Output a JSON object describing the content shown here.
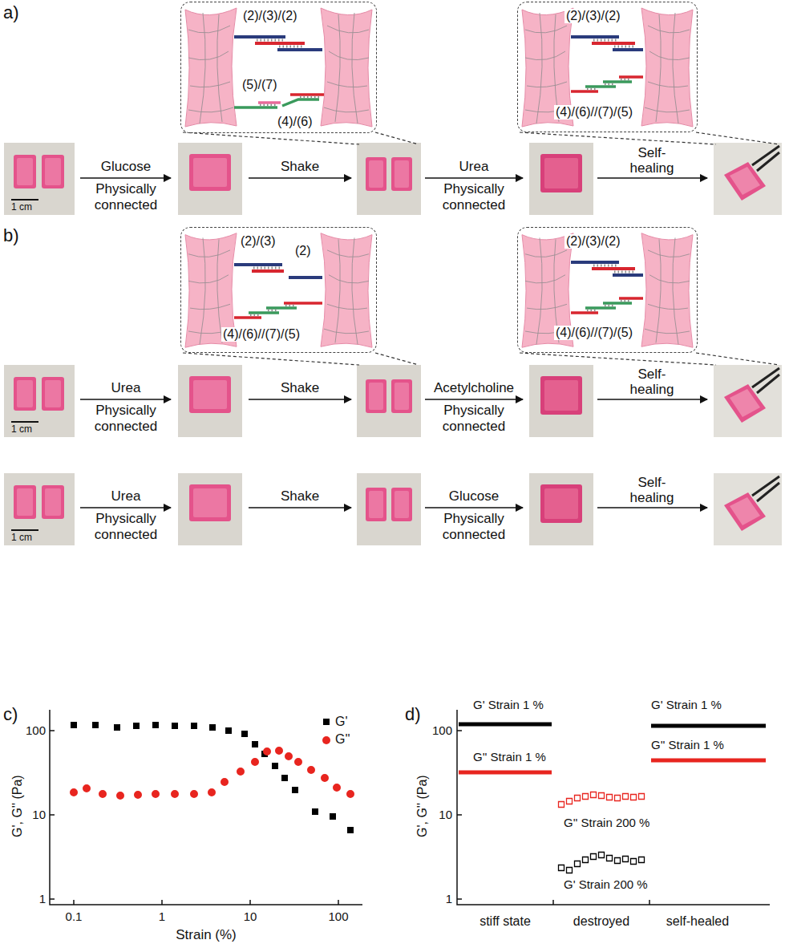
{
  "diagram": {
    "nodes": [
      {
        "text": [
          "(2)/(3)/(2)",
          "(5)/(7)",
          "(4)/(6)"
        ]
      },
      {
        "text": [
          "(2)/(3)/(2)",
          "(4)/(6)//(7)/(5)"
        ]
      },
      {
        "text": [
          "(2)/(3)",
          "(2)",
          "(4)/(6)//(7)/(5)"
        ]
      },
      {
        "text": [
          "(2)/(3)/(2)",
          "(4)/(6)//(7)/(5)"
        ]
      }
    ],
    "labels": [
      "a)",
      "1 cm",
      "Glucose",
      "Physically connected",
      "Shake",
      "Urea",
      "Physically connected",
      "Self-healing",
      "b)",
      "1 cm",
      "Urea",
      "Physically connected",
      "Shake",
      "Acetylcholine",
      "Physically connected",
      "Self-healing",
      "1 cm",
      "Urea",
      "Physically connected",
      "Shake",
      "Glucose",
      "Physically connected",
      "Self-healing",
      "c)",
      "100",
      "10",
      "1",
      "0.1",
      "1",
      "10",
      "100",
      "G', G'' (Pa)",
      "Strain (%)",
      "d)",
      "100",
      "10",
      "1",
      "G', G'' (Pa)",
      "stiff state",
      "destroyed",
      "self-healed",
      "G' Strain 1 %",
      "G'' Strain 1 %",
      "G'' Strain 200 %",
      "G' Strain 200 %",
      "G' Strain 1 %",
      "G'' Strain 1 %"
    ],
    "legend": [
      {
        "text": "G'",
        "color": "#000000"
      },
      {
        "text": "G''",
        "color": "#e8251f"
      }
    ]
  }
}
